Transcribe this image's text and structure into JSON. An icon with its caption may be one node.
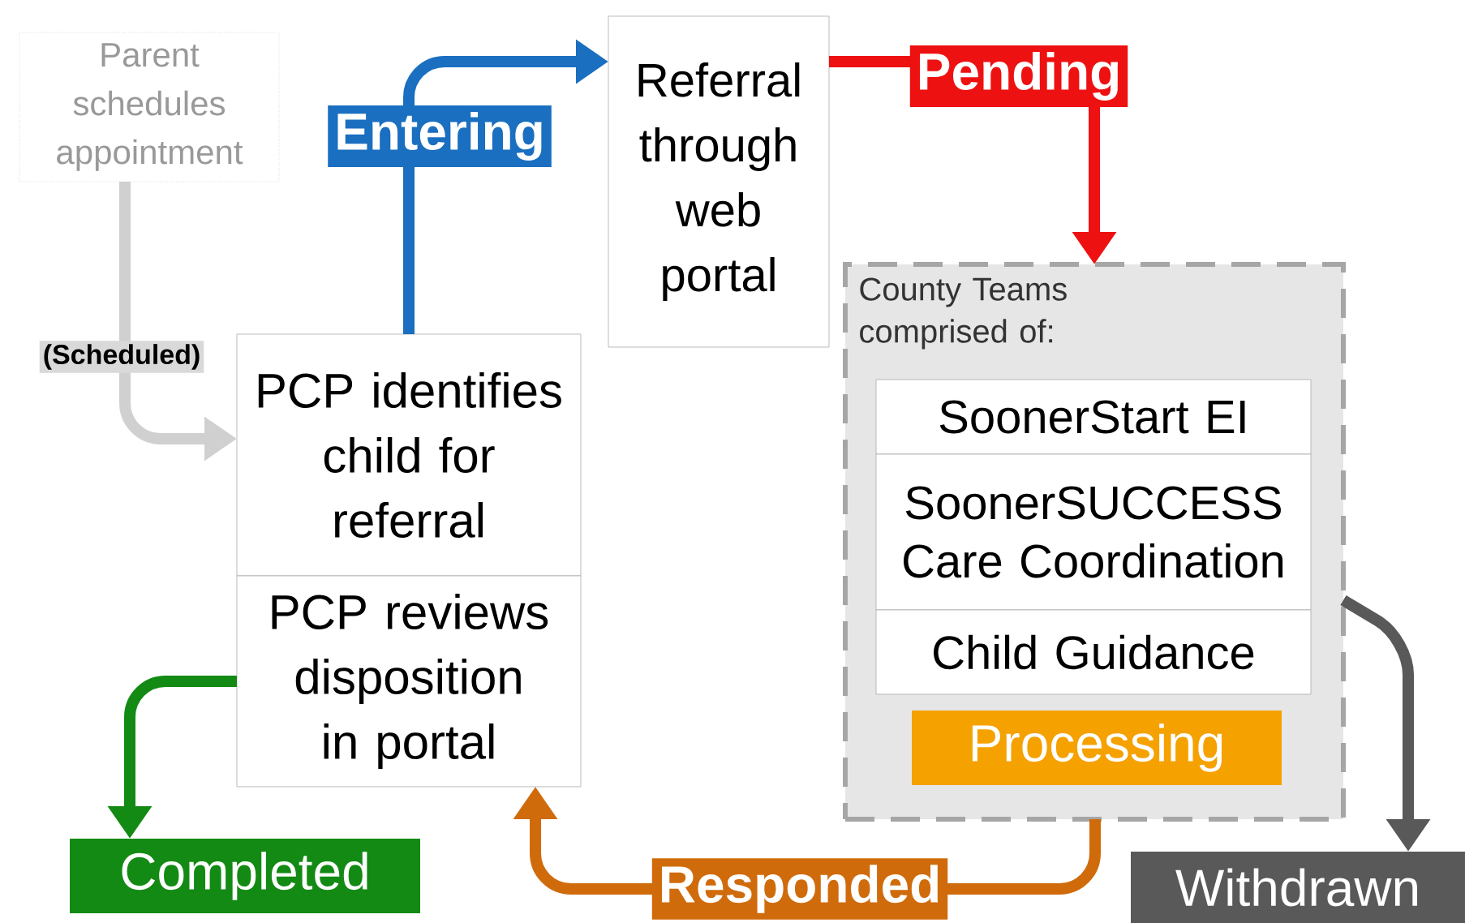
{
  "diagram": {
    "nodes": [
      {
        "text": [
          "Parent schedules appointment"
        ]
      },
      {
        "text": [
          "PCP identifies child for referral"
        ]
      },
      {
        "text": [
          "PCP reviews disposition in portal"
        ]
      },
      {
        "text": [
          "Referral through web portal"
        ]
      },
      {
        "text": [
          "County Teams comprised of:"
        ]
      },
      {
        "text": [
          "SoonerStart EI"
        ],
        "in": 4
      },
      {
        "text": [
          "SoonerSUCCESS Care Coordination"
        ],
        "in": 4
      },
      {
        "text": [
          "Child Guidance"
        ],
        "in": 4
      },
      {
        "text": [
          "Processing"
        ],
        "in": 4
      },
      {
        "text": [
          "Completed"
        ]
      },
      {
        "text": [
          "Withdrawn"
        ]
      }
    ],
    "edges": [
      {
        "from": 0,
        "to": 1,
        "arrow": "to",
        "label": "(Scheduled)",
        "color": "#d0d0d0"
      },
      {
        "from": 1,
        "to": 3,
        "arrow": "to",
        "label": "Entering",
        "color": "#1a6fc0"
      },
      {
        "from": 3,
        "to": 4,
        "arrow": "to",
        "label": "Pending",
        "color": "#ee1111"
      },
      {
        "from": 4,
        "to": 2,
        "arrow": "to",
        "label": "Responded",
        "color": "#d06b0c"
      },
      {
        "from": 2,
        "to": 9,
        "arrow": "to",
        "color": "#138a13"
      },
      {
        "from": 4,
        "to": 10,
        "arrow": "to",
        "color": "#595959"
      }
    ]
  }
}
